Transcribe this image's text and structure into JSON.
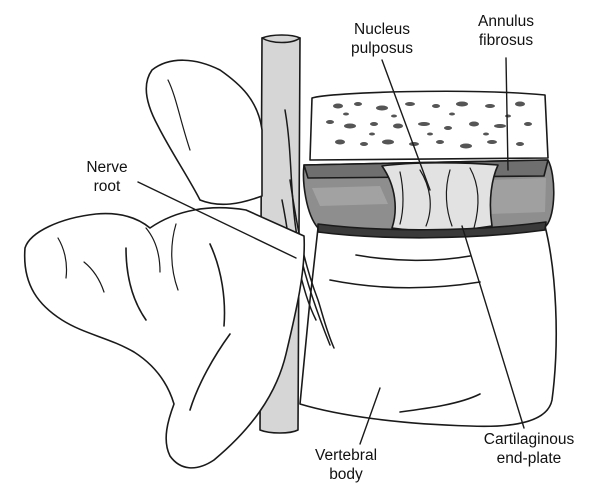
{
  "labels": {
    "nucleus_pulposus": [
      "Nucleus",
      "pulposus"
    ],
    "annulus_fibrosus": [
      "Annulus",
      "fibrosus"
    ],
    "nerve_root": [
      "Nerve",
      "root"
    ],
    "cartilaginous_end_plate": [
      "Cartilaginous",
      "end-plate"
    ],
    "vertebral_body": [
      "Vertebral",
      "body"
    ]
  }
}
